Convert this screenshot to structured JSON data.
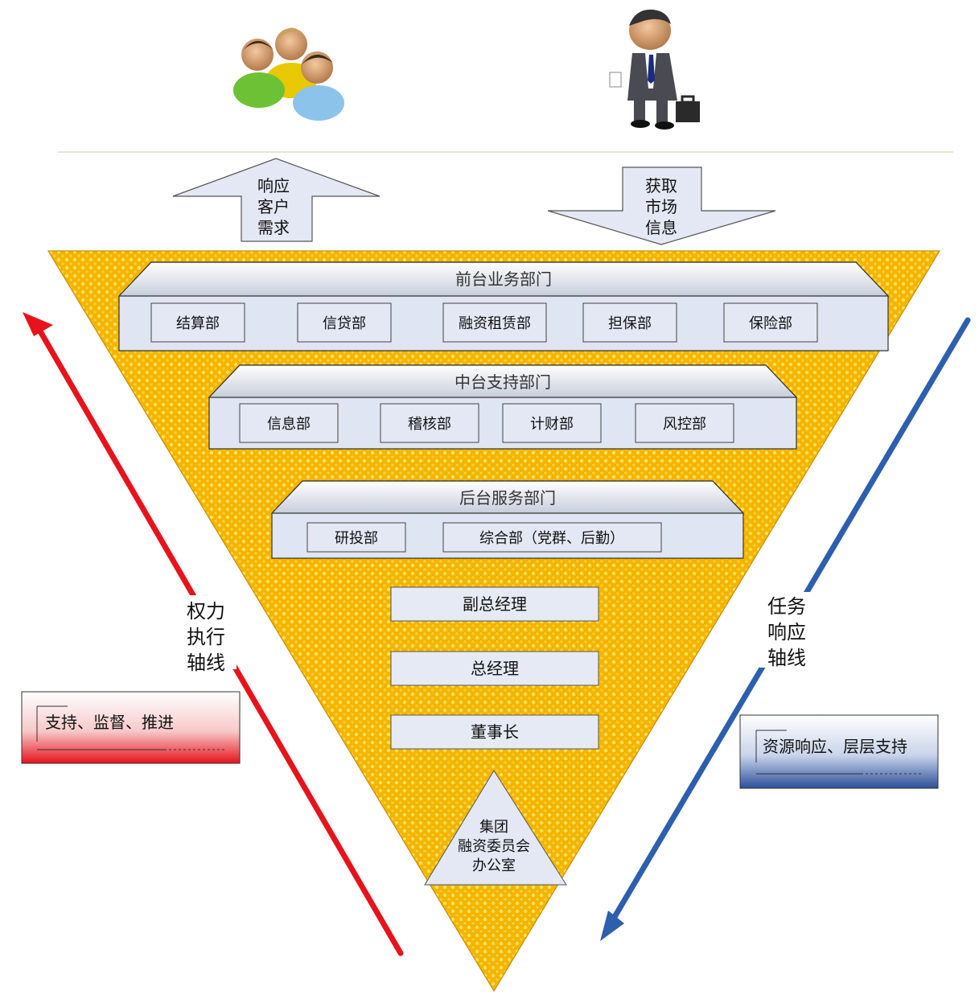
{
  "top_arrows": {
    "left": {
      "lines": [
        "响应",
        "客户",
        "需求"
      ]
    },
    "right": {
      "lines": [
        "获取",
        "市场",
        "信息"
      ]
    }
  },
  "tiers": {
    "front": {
      "label": "前台业务部门",
      "departments": [
        "结算部",
        "信贷部",
        "融资租赁部",
        "担保部",
        "保险部"
      ]
    },
    "middle": {
      "label": "中台支持部门",
      "departments": [
        "信息部",
        "稽核部",
        "计财部",
        "风控部"
      ]
    },
    "back": {
      "label": "后台服务部门",
      "departments": [
        "研投部",
        "综合部（党群、后勤）"
      ]
    }
  },
  "management": [
    "副总经理",
    "总经理",
    "董事长"
  ],
  "base_office": {
    "lines": [
      "集团",
      "融资委员会",
      "办公室"
    ]
  },
  "left_axis": {
    "lines": [
      "权力",
      "执行",
      "轴线"
    ],
    "note": "支持、监督、推进",
    "color": "#e8121b"
  },
  "right_axis": {
    "lines": [
      "任务",
      "响应",
      "轴线"
    ],
    "note": "资源响应、层层支持",
    "color": "#2c5fae"
  },
  "colors": {
    "pyramid": "#f7b800",
    "pyramid_dot": "#ffe04d",
    "box_fill": "#e3e8f4"
  }
}
